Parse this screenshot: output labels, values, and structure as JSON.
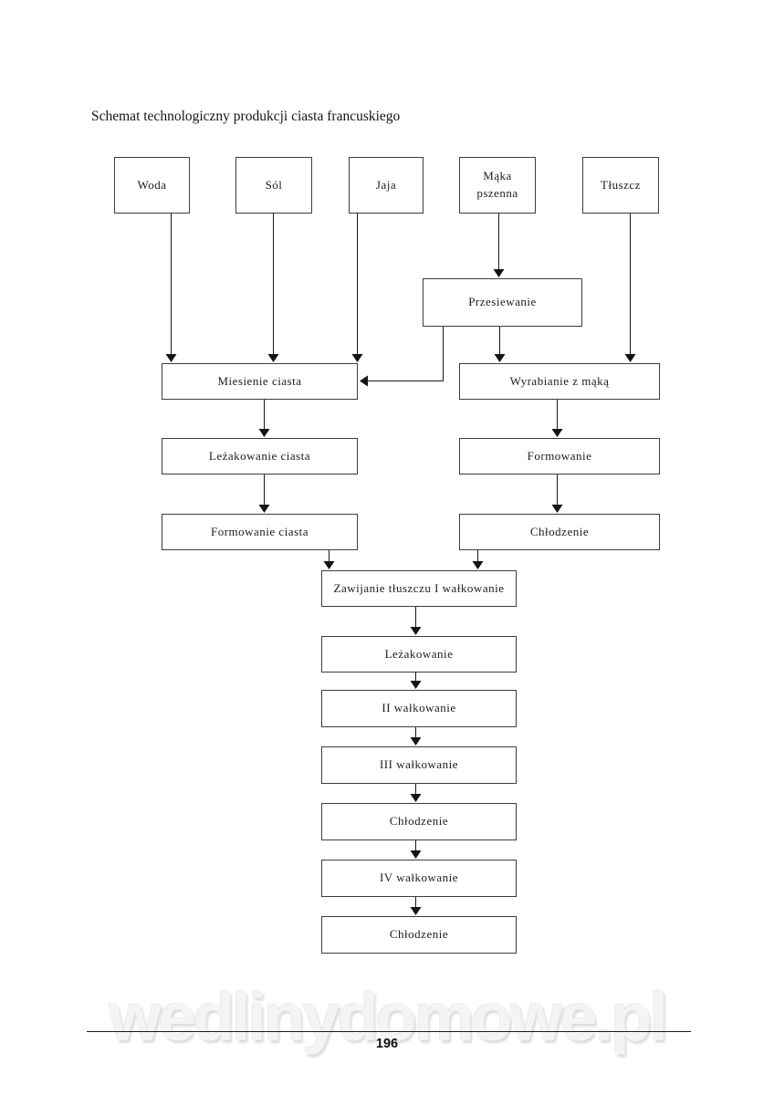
{
  "page": {
    "title": "Schemat technologiczny produkcji ciasta francuskiego",
    "page_number": "196",
    "watermark": "wedlinydomowe.pl"
  },
  "colors": {
    "line": "#1a1a1a",
    "box_border": "#3d3d3d",
    "watermark": "#f4f4f4",
    "background": "#ffffff"
  },
  "flowchart": {
    "nodes": {
      "woda": "Woda",
      "sol": "Sól",
      "jaja": "Jaja",
      "maka_pszenna": "Mąka pszenna",
      "tluszcz": "Tłuszcz",
      "przesiewanie": "Przesiewanie",
      "miesienie_ciasta": "Miesienie ciasta",
      "wyrabianie_z_maka": "Wyrabianie z mąką",
      "lezakowanie_ciasta": "Leżakowanie ciasta",
      "formowanie": "Formowanie",
      "formowanie_ciasta": "Formowanie ciasta",
      "chlodzenie_1": "Chłodzenie",
      "zawijanie": "Zawijanie tłuszczu I wałkowanie",
      "lezakowanie": "Leżakowanie",
      "ii_walkowanie": "II wałkowanie",
      "iii_walkowanie": "III wałkowanie",
      "chlodzenie_2": "Chłodzenie",
      "iv_walkowanie": "IV wałkowanie",
      "chlodzenie_3": "Chłodzenie"
    },
    "edges": [
      {
        "from": "woda",
        "to": "miesienie_ciasta"
      },
      {
        "from": "sol",
        "to": "miesienie_ciasta"
      },
      {
        "from": "jaja",
        "to": "miesienie_ciasta"
      },
      {
        "from": "maka_pszenna",
        "to": "przesiewanie"
      },
      {
        "from": "przesiewanie",
        "to": "miesienie_ciasta"
      },
      {
        "from": "przesiewanie",
        "to": "wyrabianie_z_maka"
      },
      {
        "from": "tluszcz",
        "to": "wyrabianie_z_maka"
      },
      {
        "from": "miesienie_ciasta",
        "to": "lezakowanie_ciasta"
      },
      {
        "from": "lezakowanie_ciasta",
        "to": "formowanie_ciasta"
      },
      {
        "from": "wyrabianie_z_maka",
        "to": "formowanie"
      },
      {
        "from": "formowanie",
        "to": "chlodzenie_1"
      },
      {
        "from": "formowanie_ciasta",
        "to": "zawijanie"
      },
      {
        "from": "chlodzenie_1",
        "to": "zawijanie"
      },
      {
        "from": "zawijanie",
        "to": "lezakowanie"
      },
      {
        "from": "lezakowanie",
        "to": "ii_walkowanie"
      },
      {
        "from": "ii_walkowanie",
        "to": "iii_walkowanie"
      },
      {
        "from": "iii_walkowanie",
        "to": "chlodzenie_2"
      },
      {
        "from": "chlodzenie_2",
        "to": "iv_walkowanie"
      },
      {
        "from": "iv_walkowanie",
        "to": "chlodzenie_3"
      }
    ]
  }
}
